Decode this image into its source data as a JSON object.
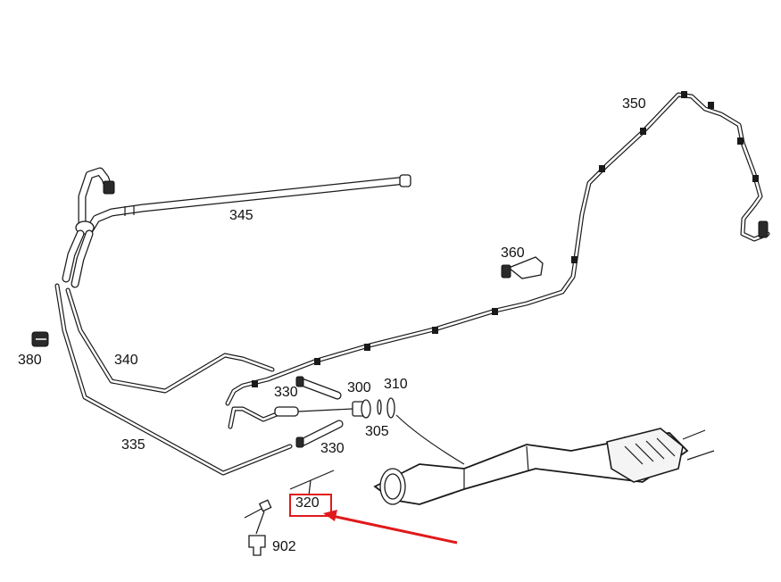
{
  "diagram": {
    "title": "Exhaust system / lines parts diagram",
    "highlight_color": "#e0191b",
    "highlighted_part": "320",
    "labels": [
      {
        "id": "350",
        "text": "350"
      },
      {
        "id": "345",
        "text": "345"
      },
      {
        "id": "360",
        "text": "360"
      },
      {
        "id": "380",
        "text": "380"
      },
      {
        "id": "340",
        "text": "340"
      },
      {
        "id": "330a",
        "text": "330"
      },
      {
        "id": "300",
        "text": "300"
      },
      {
        "id": "310",
        "text": "310"
      },
      {
        "id": "305",
        "text": "305"
      },
      {
        "id": "330b",
        "text": "330"
      },
      {
        "id": "335",
        "text": "335"
      },
      {
        "id": "320",
        "text": "320"
      },
      {
        "id": "902",
        "text": "902"
      }
    ]
  }
}
